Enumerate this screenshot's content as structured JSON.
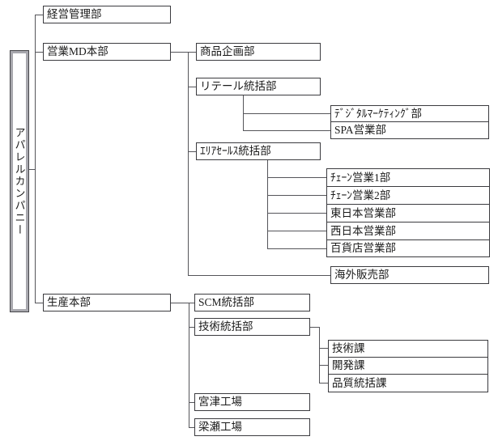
{
  "org": {
    "label": "アパレルカンパニー",
    "children": [
      {
        "label": "経営管理部"
      },
      {
        "label": "営業MD本部",
        "children": [
          {
            "label": "商品企画部"
          },
          {
            "label": "リテール統括部",
            "children": [
              {
                "label": "ﾃﾞｼﾞﾀﾙﾏｰｹﾃｨﾝｸﾞ部"
              },
              {
                "label": "SPA営業部"
              }
            ]
          },
          {
            "label": "ｴﾘｱｾｰﾙｽ統括部",
            "children": [
              {
                "label": "ﾁｪｰﾝ営業1部"
              },
              {
                "label": "ﾁｪｰﾝ営業2部"
              },
              {
                "label": "東日本営業部"
              },
              {
                "label": "西日本営業部"
              },
              {
                "label": "百貨店営業部"
              }
            ]
          },
          {
            "label": "海外販売部"
          }
        ]
      },
      {
        "label": "生産本部",
        "children": [
          {
            "label": "SCM統括部"
          },
          {
            "label": "技術統括部",
            "children": [
              {
                "label": "技術課"
              },
              {
                "label": "開発課"
              },
              {
                "label": "品質統括課"
              }
            ]
          },
          {
            "label": "宮津工場"
          },
          {
            "label": "梁瀬工場"
          }
        ]
      }
    ]
  },
  "colors": {
    "background": "#ffffff",
    "box_border": "#3b3b3f",
    "root_border_outer": "#46464a",
    "root_border_inner": "#a8a8ae",
    "connector_line": "#55555a",
    "text": "#1a1a1a"
  }
}
